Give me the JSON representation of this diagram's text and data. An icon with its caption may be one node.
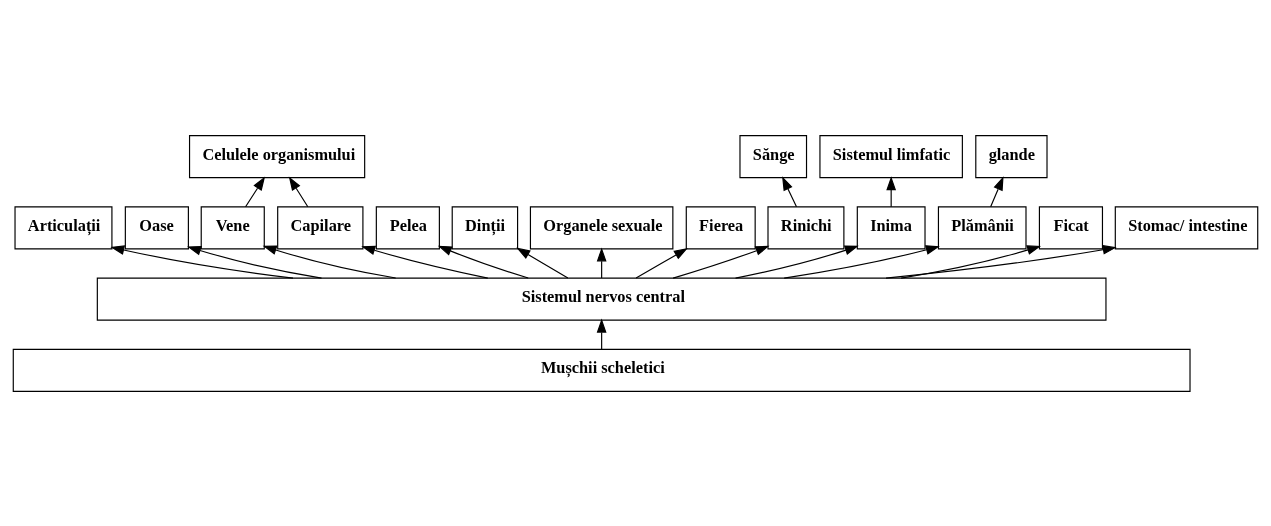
{
  "diagram": {
    "nodes": [
      {
        "text": [
          "Celulele organismului"
        ]
      },
      {
        "text": [
          "Sănge"
        ]
      },
      {
        "text": [
          "Sistemul limfatic"
        ]
      },
      {
        "text": [
          "glande"
        ]
      },
      {
        "text": [
          "Articulații"
        ]
      },
      {
        "text": [
          "Oase"
        ]
      },
      {
        "text": [
          "Vene"
        ]
      },
      {
        "text": [
          "Capilare"
        ]
      },
      {
        "text": [
          "Pelea"
        ]
      },
      {
        "text": [
          "Dinții"
        ]
      },
      {
        "text": [
          "Organele sexuale"
        ]
      },
      {
        "text": [
          "Fierea"
        ]
      },
      {
        "text": [
          "Rinichi"
        ]
      },
      {
        "text": [
          "Inima"
        ]
      },
      {
        "text": [
          "Plămânii"
        ]
      },
      {
        "text": [
          "Ficat"
        ]
      },
      {
        "text": [
          "Stomac/ intestine"
        ]
      },
      {
        "text": [
          "Sistemul nervos central"
        ]
      },
      {
        "text": [
          "Mușchii scheletici"
        ]
      }
    ],
    "edges": [
      {
        "from": 18,
        "to": 17,
        "arrow": "to"
      },
      {
        "from": 17,
        "to": 10,
        "arrow": "to"
      },
      {
        "from": 17,
        "to": 4,
        "arrow": "to"
      },
      {
        "from": 17,
        "to": 11,
        "arrow": "to"
      },
      {
        "from": 17,
        "to": 5,
        "arrow": "to"
      },
      {
        "from": 17,
        "to": 12,
        "arrow": "to"
      },
      {
        "from": 12,
        "to": 1,
        "arrow": "to"
      },
      {
        "from": 17,
        "to": 6,
        "arrow": "to"
      },
      {
        "from": 6,
        "to": 0,
        "arrow": "to"
      },
      {
        "from": 17,
        "to": 13,
        "arrow": "to"
      },
      {
        "from": 13,
        "to": 2,
        "arrow": "to"
      },
      {
        "from": 17,
        "to": 7,
        "arrow": "to"
      },
      {
        "from": 7,
        "to": 0,
        "arrow": "to"
      },
      {
        "from": 17,
        "to": 14,
        "arrow": "to"
      },
      {
        "from": 14,
        "to": 3,
        "arrow": "to"
      },
      {
        "from": 17,
        "to": 8,
        "arrow": "to"
      },
      {
        "from": 17,
        "to": 15,
        "arrow": "to"
      },
      {
        "from": 17,
        "to": 9,
        "arrow": "to"
      },
      {
        "from": 17,
        "to": 16,
        "arrow": "to"
      }
    ]
  }
}
